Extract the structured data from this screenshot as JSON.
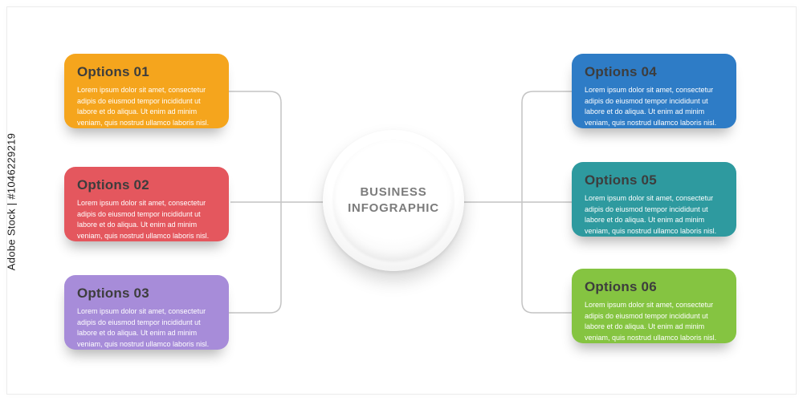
{
  "watermark": {
    "text": "Adobe Stock | #1046229219"
  },
  "center": {
    "line1": "BUSINESS",
    "line2": "INFOGRAPHIC"
  },
  "options": [
    {
      "id": "01",
      "label": "Options 01",
      "color": "#F5A51D",
      "body": "Lorem ipsum dolor sit amet, consectetur adipis do eiusmod tempor incididunt ut labore et do aliqua. Ut enim ad minim veniam, quis nostrud ullamco laboris nisl."
    },
    {
      "id": "02",
      "label": "Options 02",
      "color": "#E4575E",
      "body": "Lorem ipsum dolor sit amet, consectetur adipis do eiusmod tempor incididunt ut labore et do aliqua. Ut enim ad minim veniam, quis nostrud ullamco laboris nisl."
    },
    {
      "id": "03",
      "label": "Options 03",
      "color": "#A78CD9",
      "body": "Lorem ipsum dolor sit amet, consectetur adipis do eiusmod tempor incididunt ut labore et do aliqua. Ut enim ad minim veniam, quis nostrud ullamco laboris nisl."
    },
    {
      "id": "04",
      "label": "Options 04",
      "color": "#2E7CC6",
      "body": "Lorem ipsum dolor sit amet, consectetur adipis do eiusmod tempor incididunt ut labore et do aliqua. Ut enim ad minim veniam, quis nostrud ullamco laboris nisl."
    },
    {
      "id": "05",
      "label": "Options 05",
      "color": "#2E9A9F",
      "body": "Lorem ipsum dolor sit amet, consectetur adipis do eiusmod tempor incididunt ut labore et do aliqua. Ut enim ad minim veniam, quis nostrud ullamco laboris nisl."
    },
    {
      "id": "06",
      "label": "Options 06",
      "color": "#85C441",
      "body": "Lorem ipsum dolor sit amet, consectetur adipis do eiusmod tempor incididunt ut labore et do aliqua. Ut enim ad minim veniam, quis nostrud ullamco laboris nisl."
    }
  ]
}
